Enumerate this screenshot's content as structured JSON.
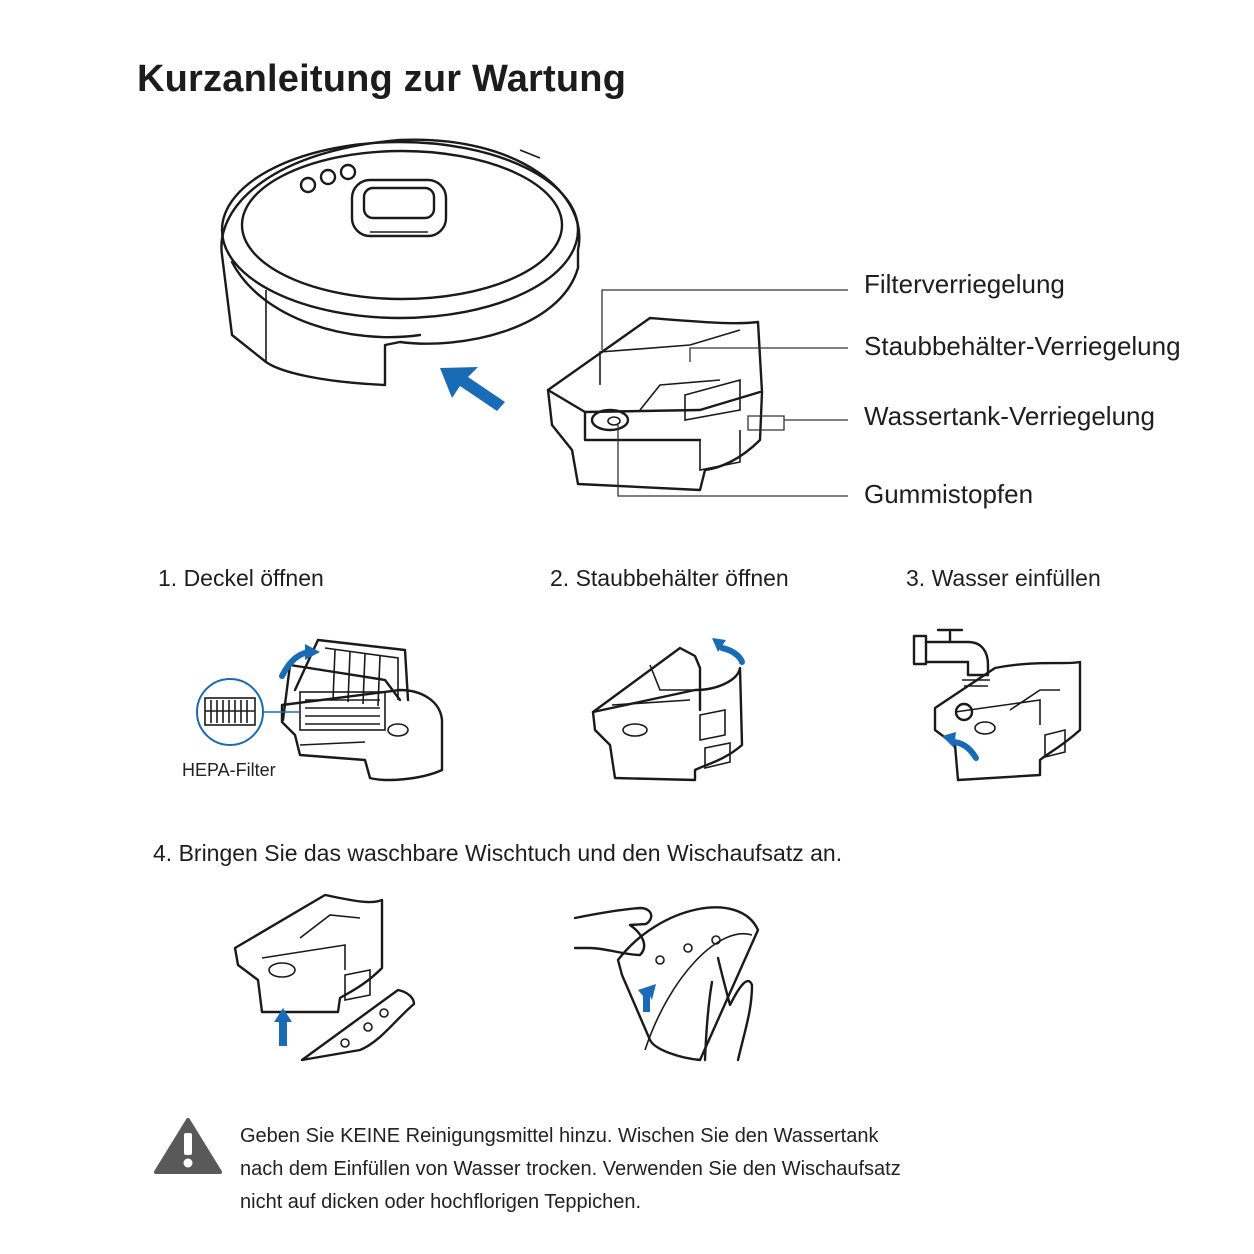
{
  "title": "Kurzanleitung zur Wartung",
  "callouts": {
    "filter_lock": "Filterverriegelung",
    "dustbin_lock": "Staubbehälter-Verriegelung",
    "watertank_lock": "Wassertank-Verriegelung",
    "rubber_plug": "Gummistopfen"
  },
  "steps": {
    "step1": "1. Deckel öffnen",
    "step2": "2. Staubbehälter öffnen",
    "step3": "3. Wasser einfüllen",
    "step4": "4. Bringen Sie das waschbare Wischtuch und den Wischaufsatz an."
  },
  "hepa_label": "HEPA-Filter",
  "warning": {
    "icon": "warning-triangle-icon",
    "line1": "Geben Sie KEINE Reinigungsmittel hinzu. Wischen Sie den Wassertank",
    "line2": "nach dem Einfüllen von Wasser trocken. Verwenden Sie den Wischaufsatz",
    "line3": "nicht auf dicken oder hochflorigen Teppichen."
  },
  "colors": {
    "accent": "#1a6bb5",
    "line": "#1a1a1a",
    "warning_icon": "#555555"
  }
}
